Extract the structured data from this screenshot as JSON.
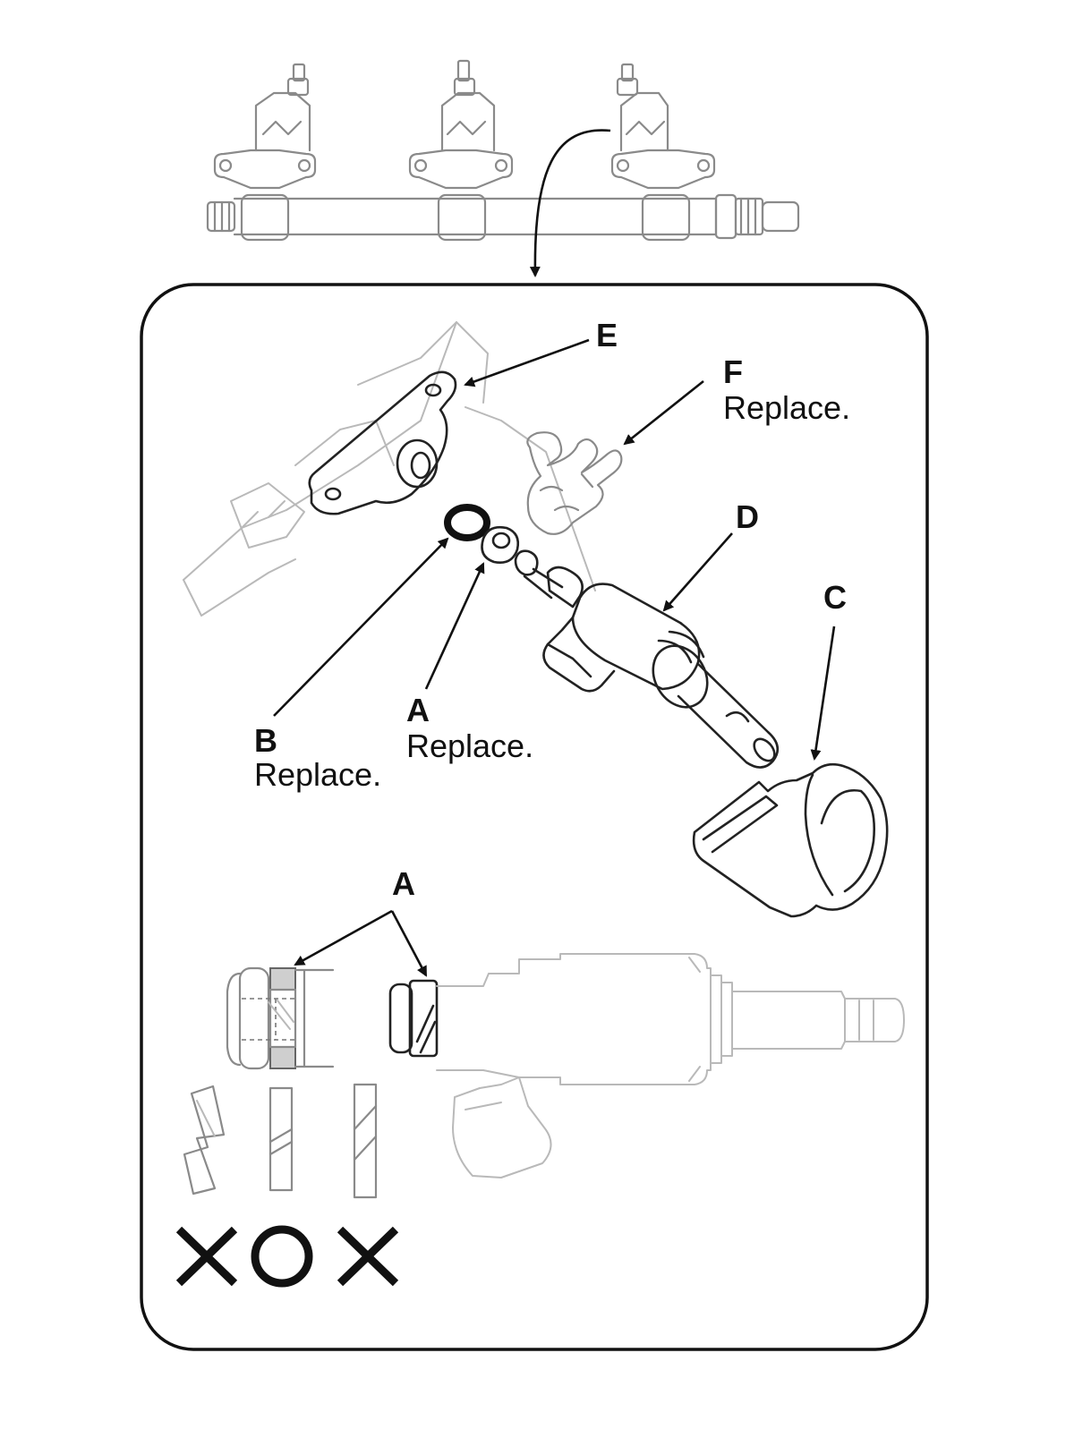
{
  "callouts": {
    "e": {
      "letter": "E"
    },
    "f": {
      "letter": "F",
      "note": "Replace."
    },
    "d": {
      "letter": "D"
    },
    "c": {
      "letter": "C"
    },
    "b": {
      "letter": "B",
      "note": "Replace."
    },
    "a": {
      "letter": "A",
      "note": "Replace."
    },
    "a_detail": {
      "letter": "A"
    }
  },
  "icons": {
    "correct": "circle-mark",
    "incorrect": "x-mark"
  }
}
